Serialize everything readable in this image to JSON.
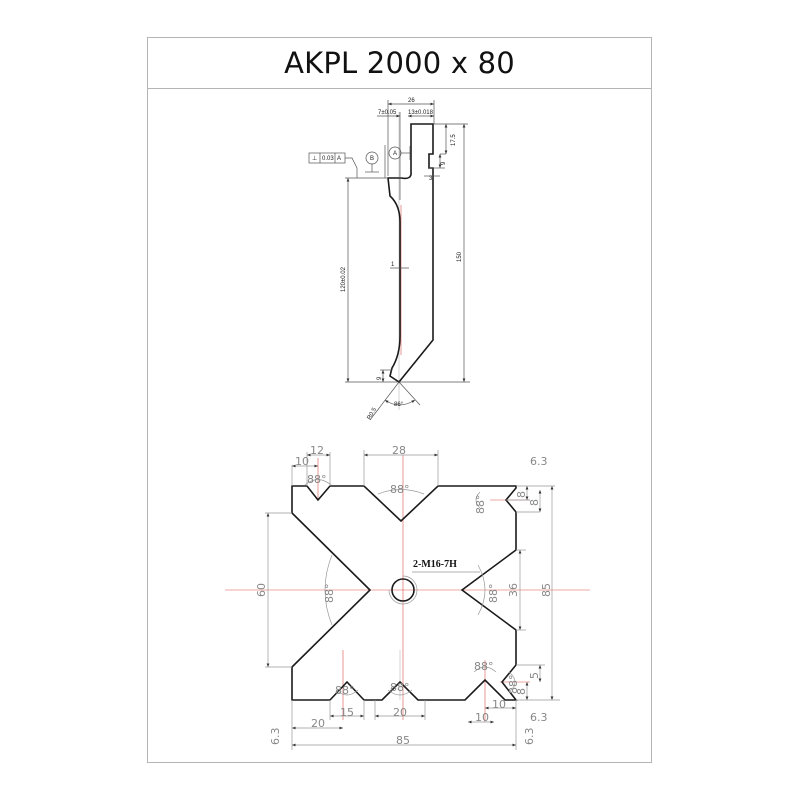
{
  "title": "AKPL 2000 x 80",
  "profile_view": {
    "dims": {
      "overall_width": "26",
      "left_offset": "7±0.05",
      "tang_width": "13±0.018",
      "top_height": "17.5",
      "groove_height": "9",
      "groove_depth": "3",
      "total_height": "150",
      "working_height": "120±0.02",
      "relief": "1",
      "tip_height": "9",
      "tip_radius": "R0.5",
      "tip_angle": "86°"
    },
    "datums": {
      "a": "A",
      "b": "B"
    },
    "tolerance_frame": {
      "symbol": "⊥",
      "value": "0.03",
      "datum": "A"
    }
  },
  "die_view": {
    "thread_label": "2-M16-7H",
    "angle_label": "88°",
    "dims": {
      "top_small_v_width": "12",
      "top_small_v_offset": "10",
      "top_large_v_width": "28",
      "left_v_height": "60",
      "right_v_height": "36",
      "overall_height": "85",
      "overall_width": "85",
      "bottom_v1_width": "15",
      "bottom_v1_offset": "20",
      "bottom_v2_width": "20",
      "bottom_right_offset_a": "10",
      "bottom_right_offset_b": "10",
      "right_top_a": "8",
      "right_top_b": "8",
      "right_bottom_a": "5",
      "right_bottom_b": "8"
    },
    "roughness": {
      "top_right": "6.3",
      "bottom_right": "6.3",
      "bottom_left": "6.3",
      "bottom_right_vertical": "6.3"
    }
  }
}
